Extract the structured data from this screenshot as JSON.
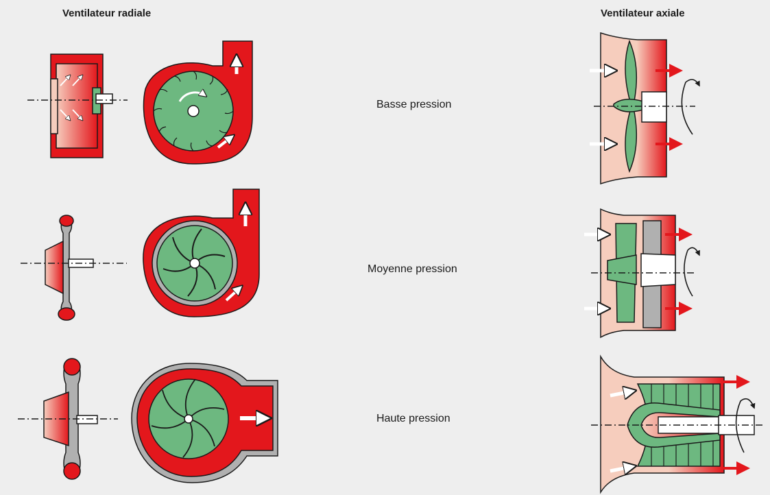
{
  "columns": {
    "left_title": "Ventilateur radiale",
    "right_title": "Ventilateur axiale"
  },
  "rows": [
    {
      "label": "Basse pression"
    },
    {
      "label": "Moyenne pression"
    },
    {
      "label": "Haute pression"
    }
  ],
  "colors": {
    "background": "#eeeeee",
    "red": "#e3171c",
    "green": "#6db880",
    "pink": "#f6cdbd",
    "gray": "#b0b0b0",
    "outline": "#1a1a1a"
  }
}
